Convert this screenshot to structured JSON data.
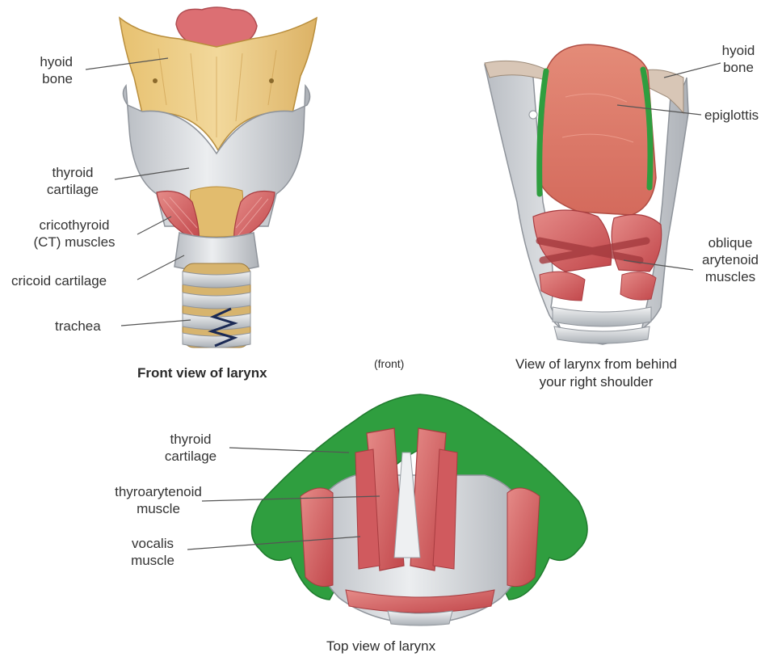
{
  "front": {
    "caption": "Front view of larynx",
    "labels": {
      "hyoid_1": "hyoid",
      "hyoid_2": "bone",
      "thyroid_1": "thyroid",
      "thyroid_2": "cartilage",
      "ct_1": "cricothyroid",
      "ct_2": "(CT) muscles",
      "cricoid": "cricoid cartilage",
      "trachea": "trachea"
    }
  },
  "center": {
    "orientation": "(front)"
  },
  "back": {
    "caption_1": "View of larynx from behind",
    "caption_2": "your right shoulder",
    "labels": {
      "hyoid_1": "hyoid",
      "hyoid_2": "bone",
      "epiglottis": "epiglottis",
      "oblique_1": "oblique",
      "oblique_2": "arytenoid",
      "oblique_3": "muscles"
    }
  },
  "top": {
    "caption": "Top view of larynx",
    "labels": {
      "thyroid_1": "thyroid",
      "thyroid_2": "cartilage",
      "ta_1": "thyroarytenoid",
      "ta_2": "muscle",
      "vocalis_1": "vocalis",
      "vocalis_2": "muscle"
    }
  },
  "colors": {
    "bone": "#e9c77e",
    "cartilage": "#d3d6da",
    "muscle": "#d9686a",
    "highlight_green": "#2f9e3f",
    "epiglottis": "#e07868"
  }
}
